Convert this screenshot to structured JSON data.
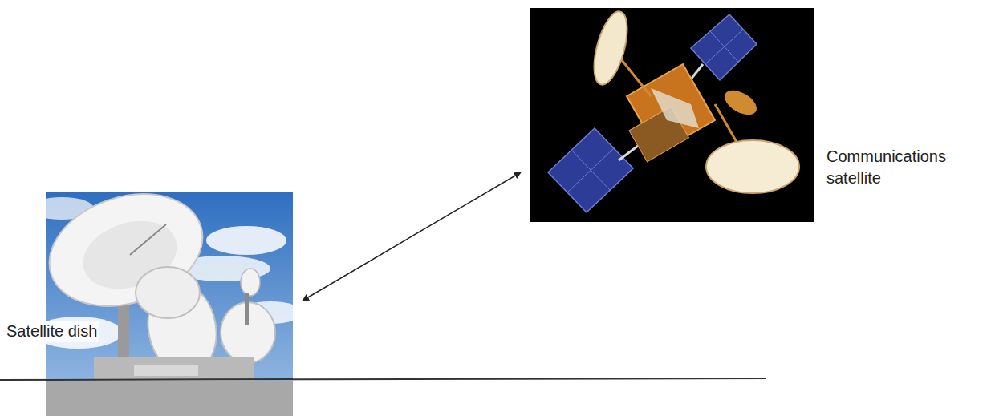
{
  "diagram": {
    "nodes": [
      {
        "text": [
          "Satellite dish"
        ]
      },
      {
        "text": [
          "Communications satellite"
        ]
      }
    ],
    "edges": [
      {
        "from": 0,
        "to": 1,
        "arrow": "both"
      }
    ]
  }
}
